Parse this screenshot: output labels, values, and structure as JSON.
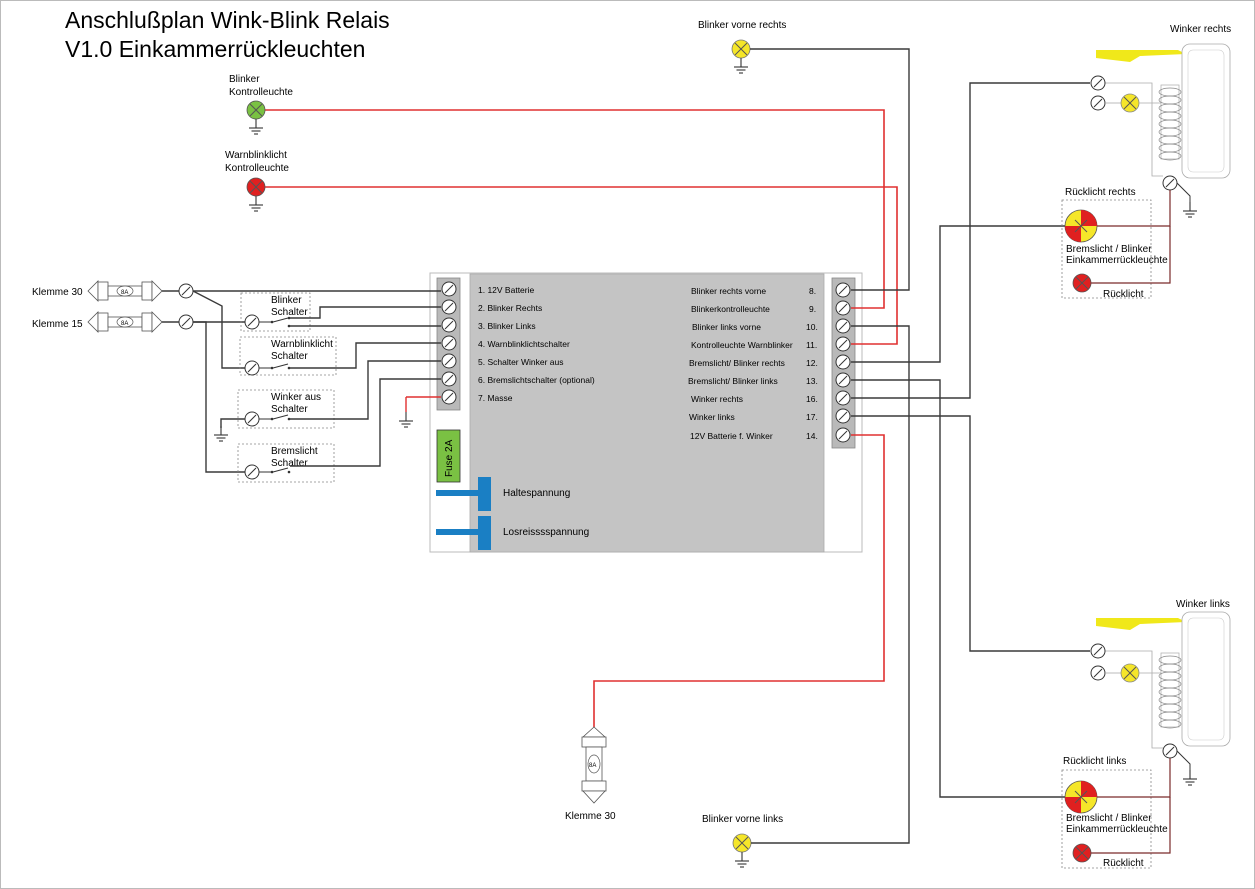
{
  "title": {
    "line1": "Anschlußplan Wink-Blink Relais",
    "line2": "V1.0 Einkammerrückleuchten"
  },
  "lamps": {
    "blinker_kontroll": [
      "Blinker",
      "Kontrolleuchte"
    ],
    "warnblink_kontroll": [
      "Warnblinklicht",
      "Kontrolleuchte"
    ],
    "blinker_vorne_rechts": "Blinker vorne rechts",
    "blinker_vorne_links": "Blinker vorne links"
  },
  "supply": {
    "klemme30": "Klemme 30",
    "klemme15": "Klemme 15",
    "klemme30_bottom": "Klemme 30",
    "fuse_rating": "8A"
  },
  "switches": {
    "blinker": [
      "Blinker",
      "Schalter"
    ],
    "warnblink": [
      "Warnblinklicht",
      "Schalter"
    ],
    "winker_aus": [
      "Winker aus",
      "Schalter"
    ],
    "bremslicht": [
      "Bremslicht",
      "Schalter"
    ]
  },
  "relay": {
    "fuse": "Fuse 2A",
    "haltespannung": "Haltespannung",
    "losreissspannung": "Losreisssspannung",
    "left_pins": [
      "1.   12V Batterie",
      "2.   Blinker Rechts",
      "3.   Blinker Links",
      "4.   Warnblinklichtschalter",
      "5.   Schalter Winker aus",
      "6.   Bremslichtschalter (optional)",
      "7.    Masse"
    ],
    "right_pins": [
      {
        "label": "Blinker rechts vorne",
        "num": "8."
      },
      {
        "label": "Blinkerkontrolleuchte",
        "num": "9."
      },
      {
        "label": "Blinker links vorne",
        "num": "10."
      },
      {
        "label": "Kontrolleuchte Warnblinker",
        "num": "11."
      },
      {
        "label": "Bremslicht/ Blinker rechts",
        "num": "12."
      },
      {
        "label": "Bremslicht/ Blinker links",
        "num": "13."
      },
      {
        "label": "Winker rechts",
        "num": "16."
      },
      {
        "label": "Winker links",
        "num": "17."
      },
      {
        "label": "12V Batterie f. Winker",
        "num": "14."
      }
    ]
  },
  "winker_rechts": {
    "title": "Winker rechts",
    "rueck_title": "Rücklicht rechts",
    "brems_label": [
      "Bremslicht / Blinker",
      "Einkammerrückleuchte"
    ],
    "rueck_label": "Rücklicht"
  },
  "winker_links": {
    "title": "Winker links",
    "rueck_title": "Rücklicht links",
    "brems_label": [
      "Bremslicht / Blinker",
      "Einkammerrückleuchte"
    ],
    "rueck_label": "Rücklicht"
  },
  "colors": {
    "wire": "#3a3a3a",
    "red_wire": "#e03030",
    "relay_body": "#c4c4c4",
    "fuse_green": "#7ac143",
    "blue_bar": "#1a7fc4",
    "lamp_yellow": "#f5e629",
    "lamp_green": "#7ac143",
    "lamp_red": "#e02020",
    "winker_arm": "#f0e81a"
  }
}
